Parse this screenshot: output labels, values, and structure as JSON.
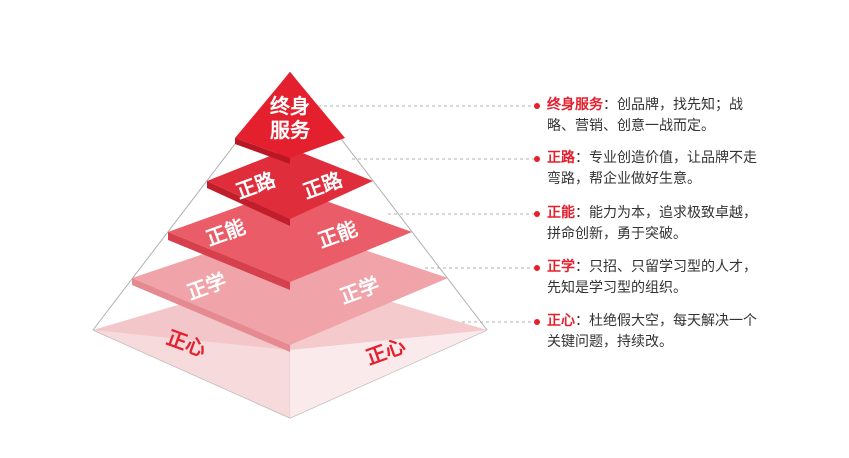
{
  "colors": {
    "accent": "#e5202e",
    "text": "#333333",
    "leader": "#b0b0b0"
  },
  "layers": [
    {
      "id": "top",
      "labels": [
        "终身",
        "服务"
      ],
      "title": "终身服务",
      "desc": "：创品牌，找先知；战略、营销、创意一战而定。"
    },
    {
      "id": "l2",
      "labels": [
        "正路",
        "正路"
      ],
      "title": "正路",
      "desc": "：专业创造价值，让品牌不走弯路，帮企业做好生意。"
    },
    {
      "id": "l3",
      "labels": [
        "正能",
        "正能"
      ],
      "title": "正能",
      "desc": "：能力为本，追求极致卓越，拼命创新，勇于突破。"
    },
    {
      "id": "l4",
      "labels": [
        "正学",
        "正学"
      ],
      "title": "正学",
      "desc": "：只招、只留学习型的人才，先知是学习型的组织。"
    },
    {
      "id": "l5",
      "labels": [
        "正心",
        "正心"
      ],
      "title": "正心",
      "desc": "：杜绝假大空，每天解决一个关键问题，持续改。"
    }
  ]
}
